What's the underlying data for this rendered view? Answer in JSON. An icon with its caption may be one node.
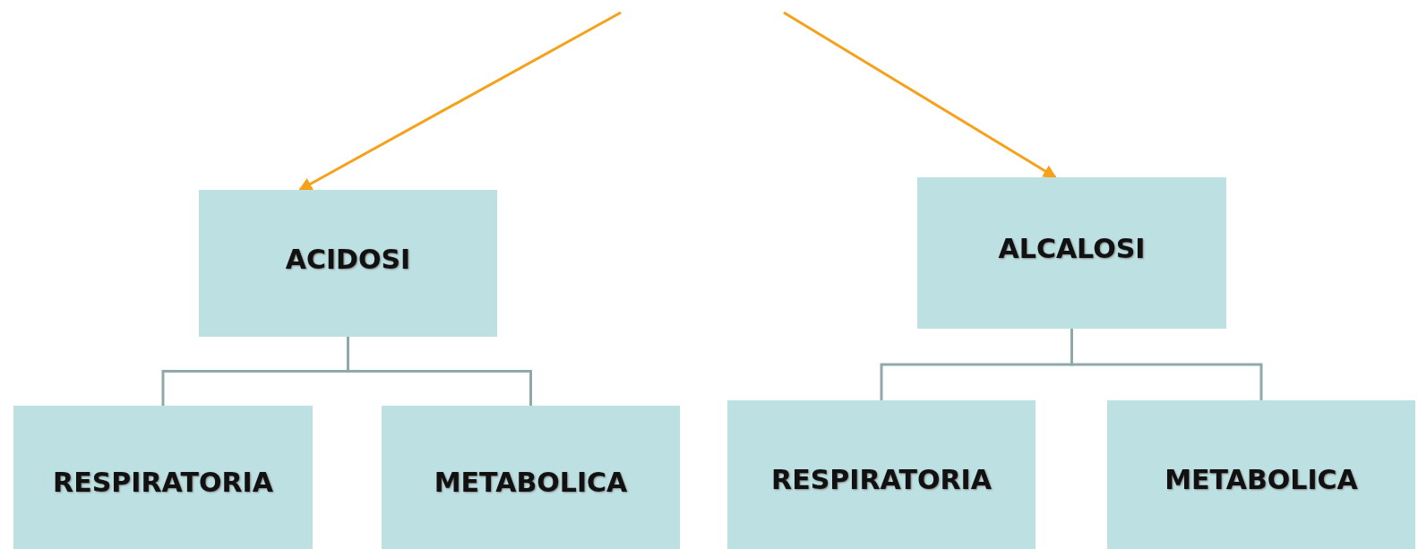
{
  "diagram": {
    "nodes": [
      {
        "text": [
          "ACIDOSI"
        ]
      },
      {
        "text": [
          "RESPIRATORIA"
        ]
      },
      {
        "text": [
          "METABOLICA"
        ]
      },
      {
        "text": [
          "ALCALOSI"
        ]
      },
      {
        "text": [
          "RESPIRATORIA"
        ]
      },
      {
        "text": [
          "METABOLICA"
        ]
      }
    ],
    "edges": [
      {
        "from": null,
        "to": 0,
        "arrow": "to",
        "color": "#f7a11a"
      },
      {
        "from": null,
        "to": 3,
        "arrow": "to",
        "color": "#f7a11a"
      },
      {
        "from": 0,
        "to": 1,
        "arrow": "none"
      },
      {
        "from": 0,
        "to": 2,
        "arrow": "none"
      },
      {
        "from": 3,
        "to": 4,
        "arrow": "none"
      },
      {
        "from": 3,
        "to": 5,
        "arrow": "none"
      }
    ]
  }
}
